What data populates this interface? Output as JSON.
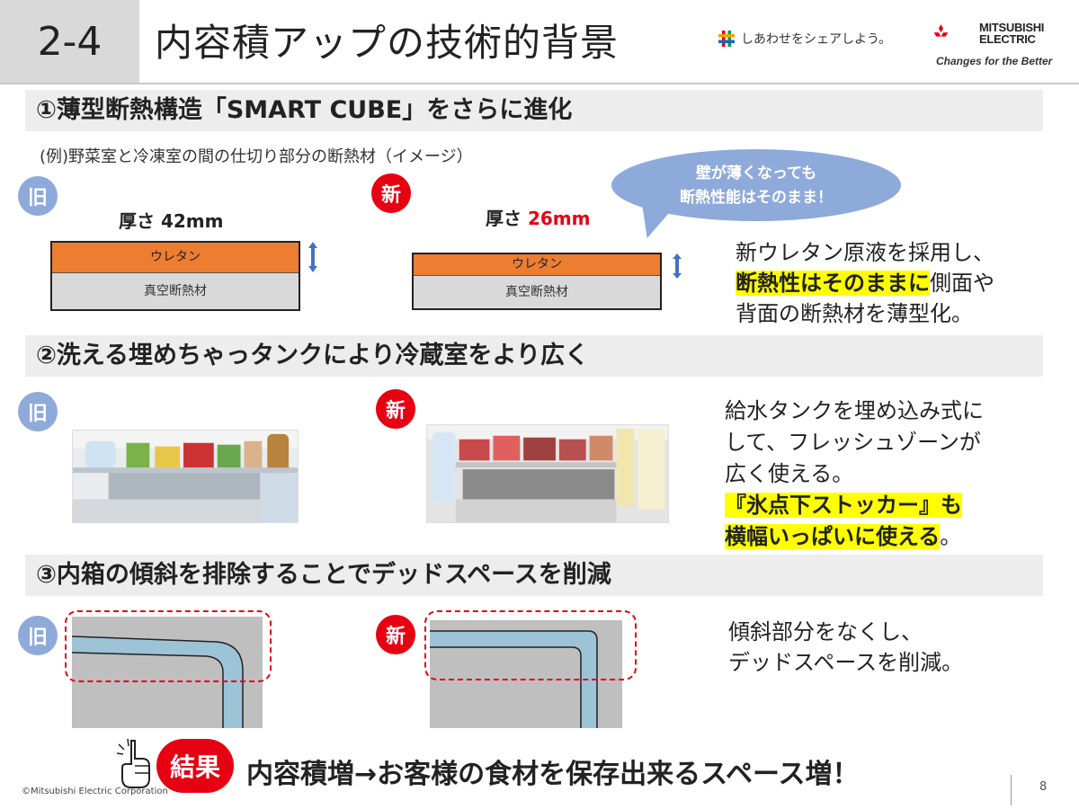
{
  "header": {
    "section_number": "2-4",
    "title": "内容積アップの技術的背景",
    "slogan": "しあわせをシェアしよう。",
    "brand_line1": "MITSUBISHI",
    "brand_line2": "ELECTRIC",
    "brand_tagline": "Changes for the Better"
  },
  "badges": {
    "old": "旧",
    "new": "新"
  },
  "section1": {
    "heading": "①薄型断熱構造「SMART CUBE」をさらに進化",
    "caption": "(例)野菜室と冷凍室の間の仕切り部分の断熱材（イメージ）",
    "old_thickness_label": "厚さ 42mm",
    "new_thickness_prefix": "厚さ ",
    "new_thickness_value": "26mm",
    "urethane_label": "ウレタン",
    "vacuum_label": "真空断熱材",
    "bubble_line1": "壁が薄くなっても",
    "bubble_line2": "断熱性能はそのまま！",
    "desc_line1": "新ウレタン原液を採用し、",
    "desc_highlight": "断熱性はそのままに",
    "desc_line2_rest": "側面や",
    "desc_line3": "背面の断熱材を薄型化。"
  },
  "section2": {
    "heading": "②洗える埋めちゃっタンクにより冷蔵室をより広く",
    "desc_line1": "給水タンクを埋め込み式に",
    "desc_line2": "して、フレッシュゾーンが",
    "desc_line3": "広く使える。",
    "desc_highlight1": "『氷点下ストッカー』も",
    "desc_highlight2": "横幅いっぱいに使える",
    "desc_end": "。"
  },
  "section3": {
    "heading": "③内箱の傾斜を排除することでデッドスペースを削減",
    "desc_line1": "傾斜部分をなくし、",
    "desc_line2": "デッドスペースを削減。"
  },
  "result": {
    "badge": "結果",
    "text": "内容積増→お客様の食材を保存出来るスペース増！"
  },
  "footer": {
    "copyright": "©Mitsubishi Electric Corporation",
    "page": "8"
  },
  "colors": {
    "accent_red": "#e60012",
    "old_badge_blue": "#8eaadb",
    "urethane_orange": "#ed7d31",
    "highlight_yellow": "#ffff00",
    "arrow_blue": "#4472c4"
  }
}
